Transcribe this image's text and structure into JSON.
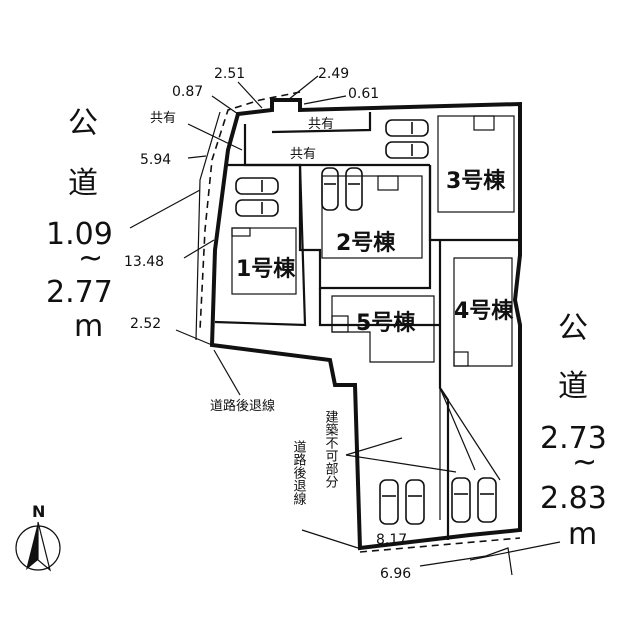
{
  "road_left": {
    "kanji1": "公",
    "kanji2": "道",
    "width_from": "1.09",
    "tilde": "~",
    "width_to": "2.77",
    "unit": "m"
  },
  "road_right": {
    "kanji1": "公",
    "kanji2": "道",
    "width_from": "2.73",
    "tilde": "~",
    "width_to": "2.83",
    "unit": "m"
  },
  "dimensions": {
    "d_087": "0.87",
    "d_251": "2.51",
    "d_249": "2.49",
    "d_061": "0.61",
    "d_594": "5.94",
    "d_1348": "13.48",
    "d_252": "2.52",
    "d_817": "8.17",
    "d_696": "6.96"
  },
  "labels": {
    "shared_a": "共有",
    "shared_b": "共有",
    "shared_c": "共有",
    "setback_top": "道路後退線",
    "setback_bottom": "道路後退線",
    "unbuildable": "建築不可部分"
  },
  "buildings": {
    "b1": "1号棟",
    "b2": "2号棟",
    "b3": "3号棟",
    "b4": "4号棟",
    "b5": "5号棟"
  },
  "compass": {
    "north": "N"
  }
}
